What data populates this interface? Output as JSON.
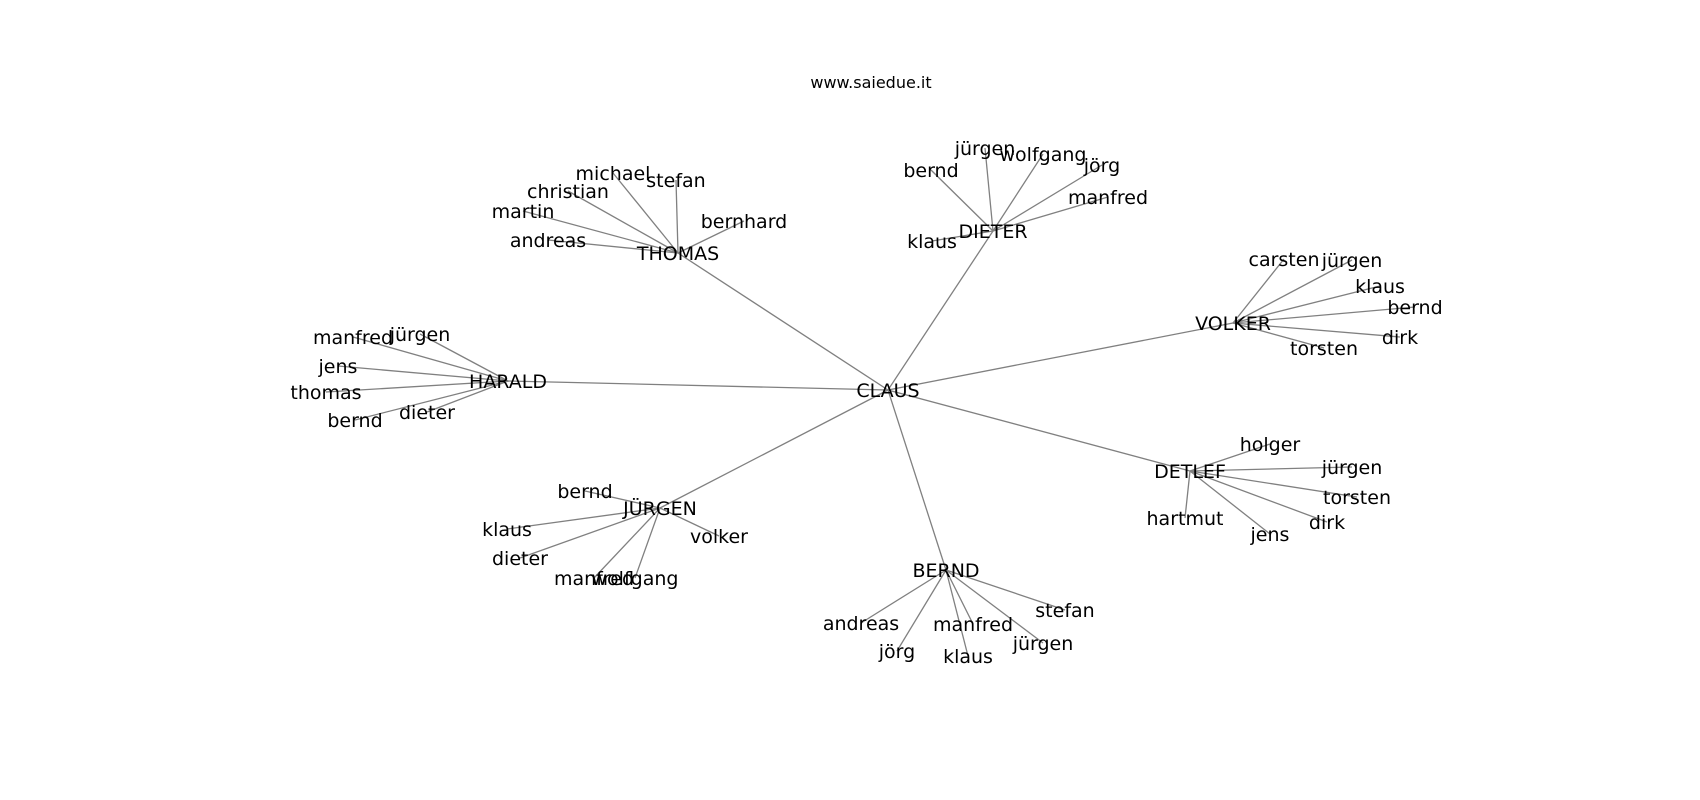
{
  "title": "www.saiedue.it",
  "colors": {
    "edge": "#808080",
    "label": "#000000",
    "background": "#ffffff"
  },
  "graph": {
    "root": "CLAUS",
    "hubs": [
      {
        "label": "THOMAS",
        "leaves": [
          "michael",
          "stefan",
          "christian",
          "martin",
          "andreas",
          "bernhard"
        ]
      },
      {
        "label": "DIETER",
        "leaves": [
          "jürgen",
          "wolfgang",
          "bernd",
          "jörg",
          "manfred",
          "klaus"
        ]
      },
      {
        "label": "VOLKER",
        "leaves": [
          "carsten",
          "jürgen",
          "klaus",
          "bernd",
          "dirk",
          "torsten"
        ]
      },
      {
        "label": "HARALD",
        "leaves": [
          "manfred",
          "jürgen",
          "jens",
          "thomas",
          "dieter",
          "bernd"
        ]
      },
      {
        "label": "DETLEF",
        "leaves": [
          "holger",
          "jürgen",
          "torsten",
          "dirk",
          "jens",
          "hartmut"
        ]
      },
      {
        "label": "JÜRGEN",
        "leaves": [
          "bernd",
          "klaus",
          "volker",
          "dieter",
          "manfred",
          "wolfgang"
        ]
      },
      {
        "label": "BERND",
        "leaves": [
          "stefan",
          "andreas",
          "manfred",
          "jürgen",
          "jörg",
          "klaus"
        ]
      }
    ]
  }
}
